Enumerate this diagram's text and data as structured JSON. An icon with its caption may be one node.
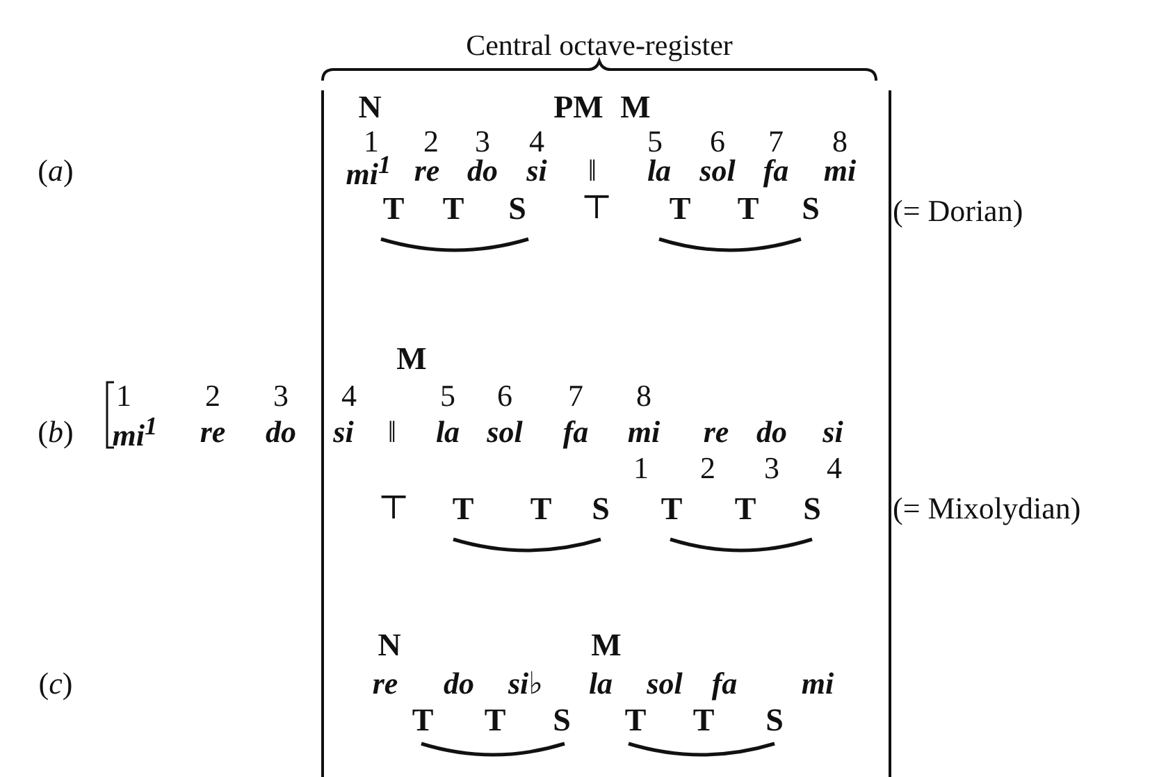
{
  "diagram": {
    "labels": [
      "Central octave-register",
      "N",
      "PM",
      "M",
      "1",
      "2",
      "3",
      "4",
      "5",
      "6",
      "7",
      "8",
      "(*a*)",
      "mi$^{1}$",
      "re",
      "do",
      "si",
      "‖",
      "la",
      "sol",
      "fa",
      "mi",
      "T",
      "T",
      "S",
      "⊤",
      "T",
      "T",
      "S",
      "(= Dorian)",
      "M",
      "1",
      "2",
      "3",
      "4",
      "5",
      "6",
      "7",
      "8",
      "(*b*)",
      "mi$^{1}$",
      "re",
      "do",
      "si",
      "‖",
      "la",
      "sol",
      "fa",
      "mi",
      "re",
      "do",
      "si",
      "1",
      "2",
      "3",
      "4",
      "⊤",
      "T",
      "T",
      "S",
      "T",
      "T",
      "S",
      "(= Mixolydian)",
      "N",
      "M",
      "(*c*)",
      "re",
      "do",
      "si♭",
      "la",
      "sol",
      "fa",
      "mi",
      "T",
      "T",
      "S",
      "T",
      "T",
      "S"
    ]
  }
}
